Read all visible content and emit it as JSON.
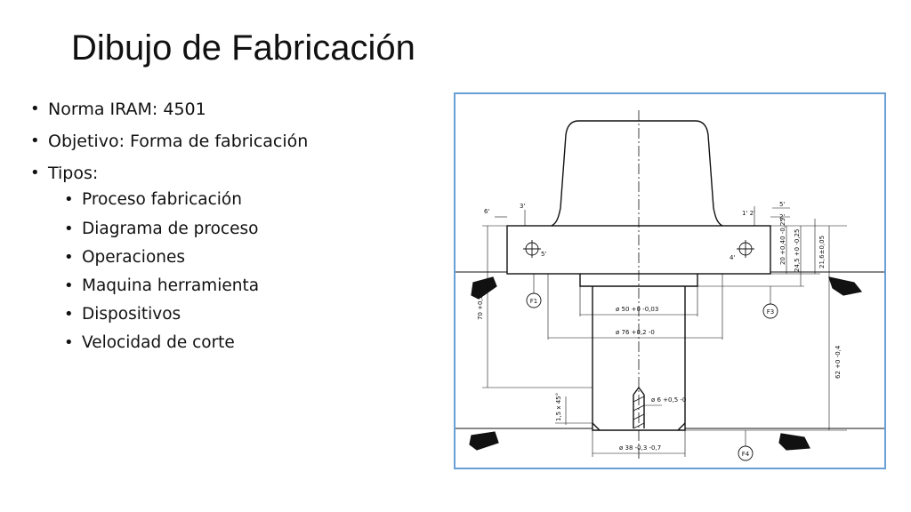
{
  "slide": {
    "title": "Dibujo de Fabricación",
    "bullets": [
      "Norma IRAM: 4501",
      "Objetivo: Forma de fabricación",
      "Tipos:"
    ],
    "sub_bullets": [
      "Proceso fabricación",
      "Diagrama de proceso",
      "Operaciones",
      "Maquina herramienta",
      "Dispositivos",
      "Velocidad de corte"
    ]
  },
  "drawing": {
    "border_color": "#6a9fd6",
    "labels": {
      "dim_6": "6'",
      "dim_3": "3'",
      "dim_1_2": "1' 2'",
      "dim_5_2": "5'",
      "dim_2": "2'",
      "mark_5": "5'",
      "mark_4": "4'",
      "dim_20": "20 +0,40 -0,25",
      "dim_245": "24,5 +0 -0,25",
      "dim_2165": "21,6±0,05",
      "dim_70": "70 +0,5 -0",
      "dim_62": "62 +0 -0,4",
      "dim_15": "1,5 x 45°",
      "dia_50": "ø 50 +0 -0,03",
      "dia_76": "ø 76 +0,2 -0",
      "dia_6": "ø 6 +0,5 -0",
      "dia_38": "ø 38 -0,3 -0,7",
      "f1": "F1",
      "f3": "F3",
      "f4": "F4"
    }
  }
}
